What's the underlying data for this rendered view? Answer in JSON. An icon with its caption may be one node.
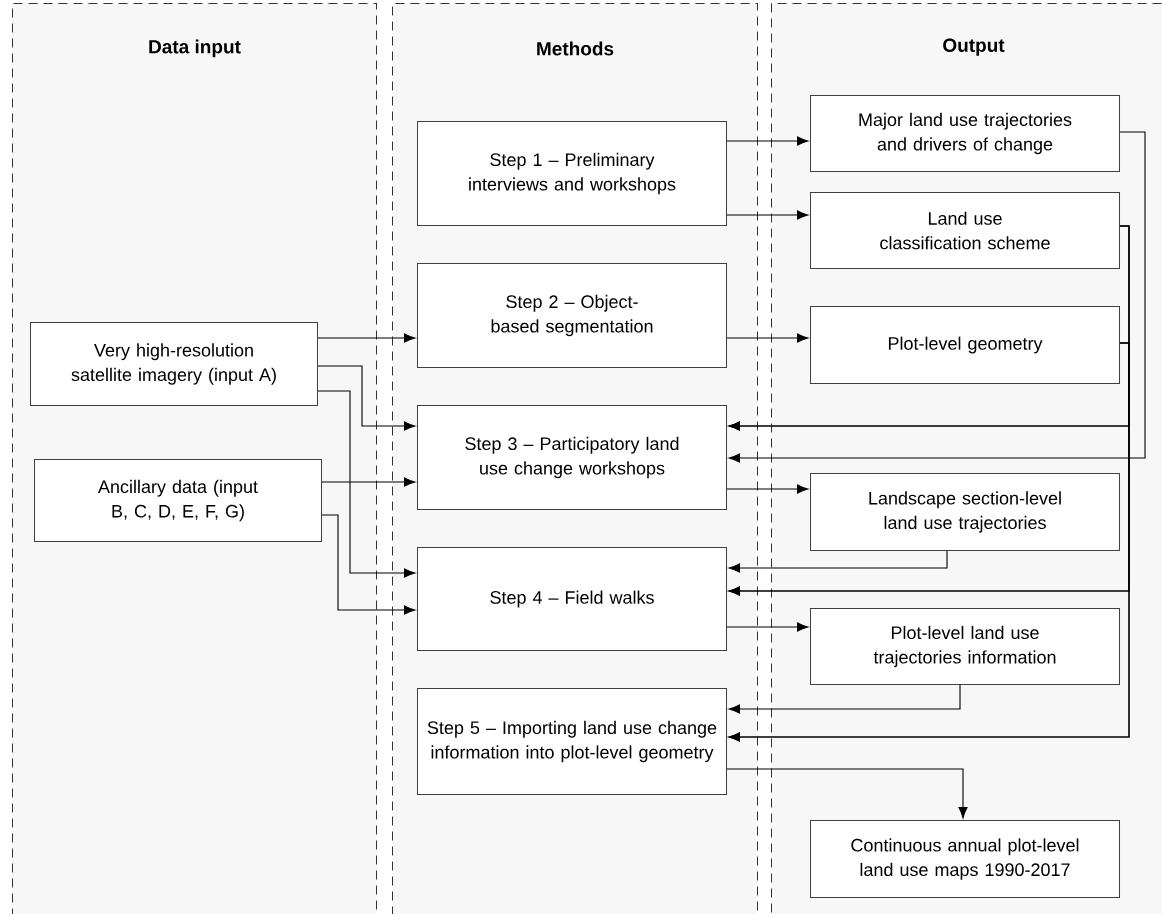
{
  "diagram": {
    "nodes": [
      {
        "text": [
          "Data input"
        ]
      },
      {
        "text": [
          "Methods"
        ]
      },
      {
        "text": [
          "Output"
        ]
      },
      {
        "text": [
          "Very high-resolution satellite imagery (input A)"
        ],
        "in": 0
      },
      {
        "text": [
          "Ancillary data (input B, C, D, E, F, G)"
        ],
        "in": 0
      },
      {
        "text": [
          "Step 1 – Preliminary interviews and workshops"
        ],
        "in": 1
      },
      {
        "text": [
          "Step 2 – Object-based segmentation"
        ],
        "in": 1
      },
      {
        "text": [
          "Step 3 – Participatory land use change workshops"
        ],
        "in": 1
      },
      {
        "text": [
          "Step 4 – Field walks"
        ],
        "in": 1
      },
      {
        "text": [
          "Step 5 – Importing land use change information into plot-level geometry"
        ],
        "in": 1
      },
      {
        "text": [
          "Major land use trajectories and drivers of change"
        ],
        "in": 2
      },
      {
        "text": [
          "Land use classification scheme"
        ],
        "in": 2
      },
      {
        "text": [
          "Plot-level geometry"
        ],
        "in": 2
      },
      {
        "text": [
          "Landscape section-level land use trajectories"
        ],
        "in": 2
      },
      {
        "text": [
          "Plot-level land use trajectories information"
        ],
        "in": 2
      },
      {
        "text": [
          "Continuous annual plot-level land use maps 1990-2017"
        ],
        "in": 2
      }
    ],
    "edges": [
      {
        "from": 5,
        "to": 10,
        "arrow": "to"
      },
      {
        "from": 5,
        "to": 11,
        "arrow": "to"
      },
      {
        "from": 3,
        "to": 6,
        "arrow": "to"
      },
      {
        "from": 6,
        "to": 12,
        "arrow": "to"
      },
      {
        "from": 3,
        "to": 7,
        "arrow": "to"
      },
      {
        "from": 3,
        "to": 8,
        "arrow": "to"
      },
      {
        "from": 4,
        "to": 7,
        "arrow": "to"
      },
      {
        "from": 4,
        "to": 8,
        "arrow": "to"
      },
      {
        "from": 7,
        "to": 13,
        "arrow": "to"
      },
      {
        "from": 10,
        "to": 7,
        "arrow": "to"
      },
      {
        "from": 11,
        "to": 7,
        "arrow": "to"
      },
      {
        "from": 12,
        "to": 7,
        "arrow": "to"
      },
      {
        "from": 11,
        "to": 8,
        "arrow": "to"
      },
      {
        "from": 12,
        "to": 8,
        "arrow": "to"
      },
      {
        "from": 11,
        "to": 9,
        "arrow": "to"
      },
      {
        "from": 12,
        "to": 9,
        "arrow": "to"
      },
      {
        "from": 13,
        "to": 8,
        "arrow": "to"
      },
      {
        "from": 8,
        "to": 14,
        "arrow": "to"
      },
      {
        "from": 14,
        "to": 9,
        "arrow": "to"
      },
      {
        "from": 9,
        "to": 15,
        "arrow": "to"
      }
    ]
  }
}
